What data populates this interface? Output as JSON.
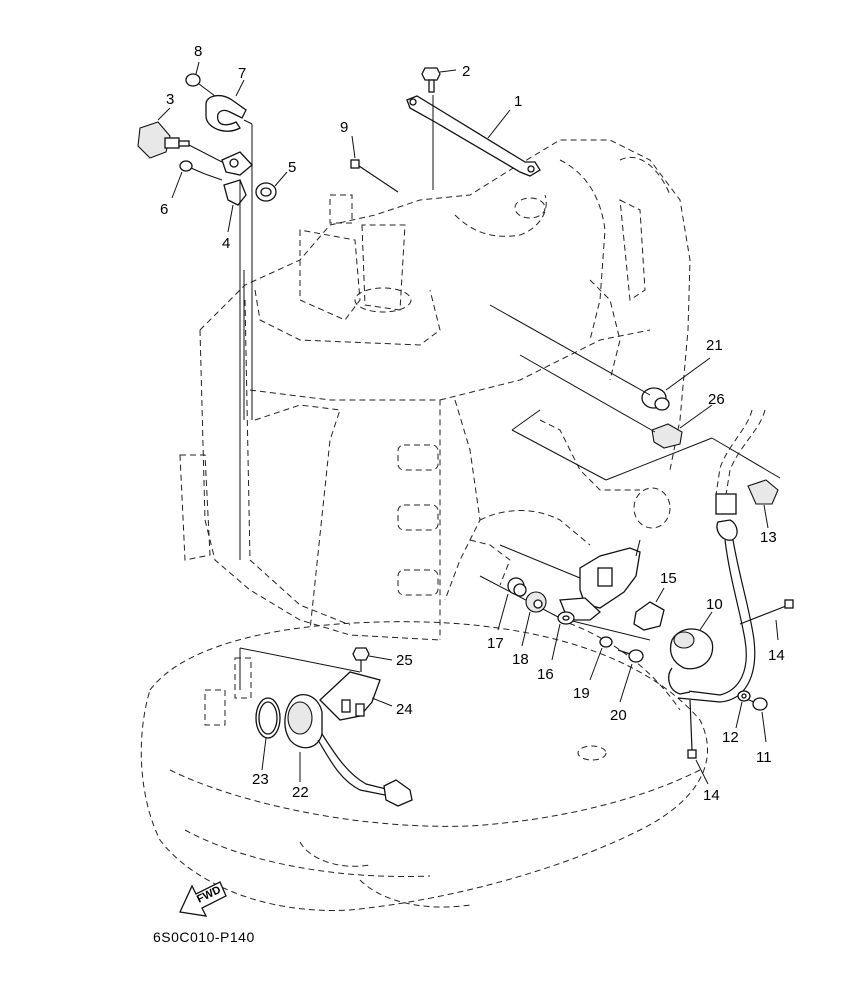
{
  "diagram_code": "6S0C010-P140",
  "fwd_label": "FWD",
  "callouts": [
    "1",
    "2",
    "3",
    "4",
    "5",
    "6",
    "7",
    "8",
    "9",
    "10",
    "11",
    "12",
    "13",
    "14",
    "14",
    "15",
    "16",
    "17",
    "18",
    "19",
    "20",
    "21",
    "22",
    "23",
    "24",
    "25",
    "26"
  ]
}
